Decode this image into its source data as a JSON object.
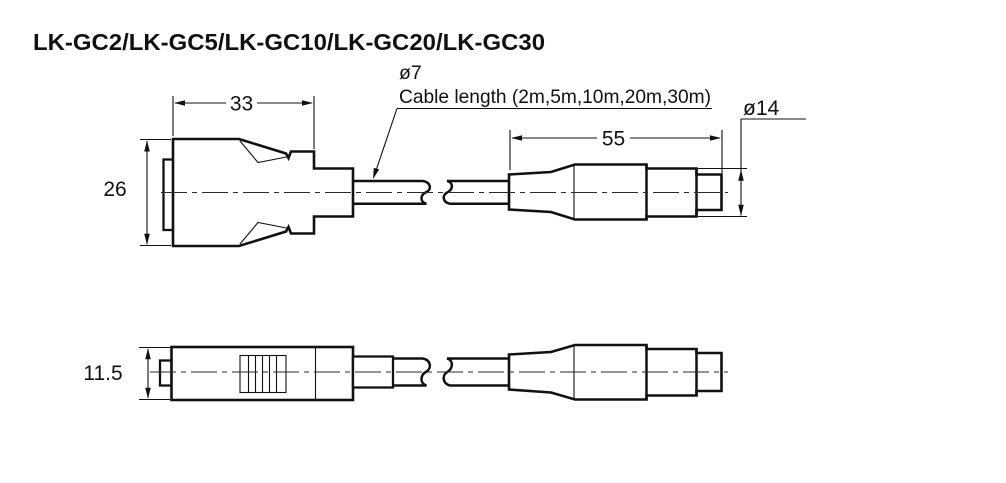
{
  "colors": {
    "background": "#ffffff",
    "line": "#111111"
  },
  "header": {
    "title": "LK-GC2/LK-GC5/LK-GC10/LK-GC20/LK-GC30"
  },
  "front_view": {
    "labels": {
      "body_width": "33",
      "body_height": "26",
      "cable_diameter": "ø7",
      "cable_length_note": "Cable length (2m,5m,10m,20m,30m)",
      "plug_length": "55",
      "plug_diameter": "ø14"
    }
  },
  "side_view": {
    "labels": {
      "body_thickness": "11.5"
    }
  }
}
